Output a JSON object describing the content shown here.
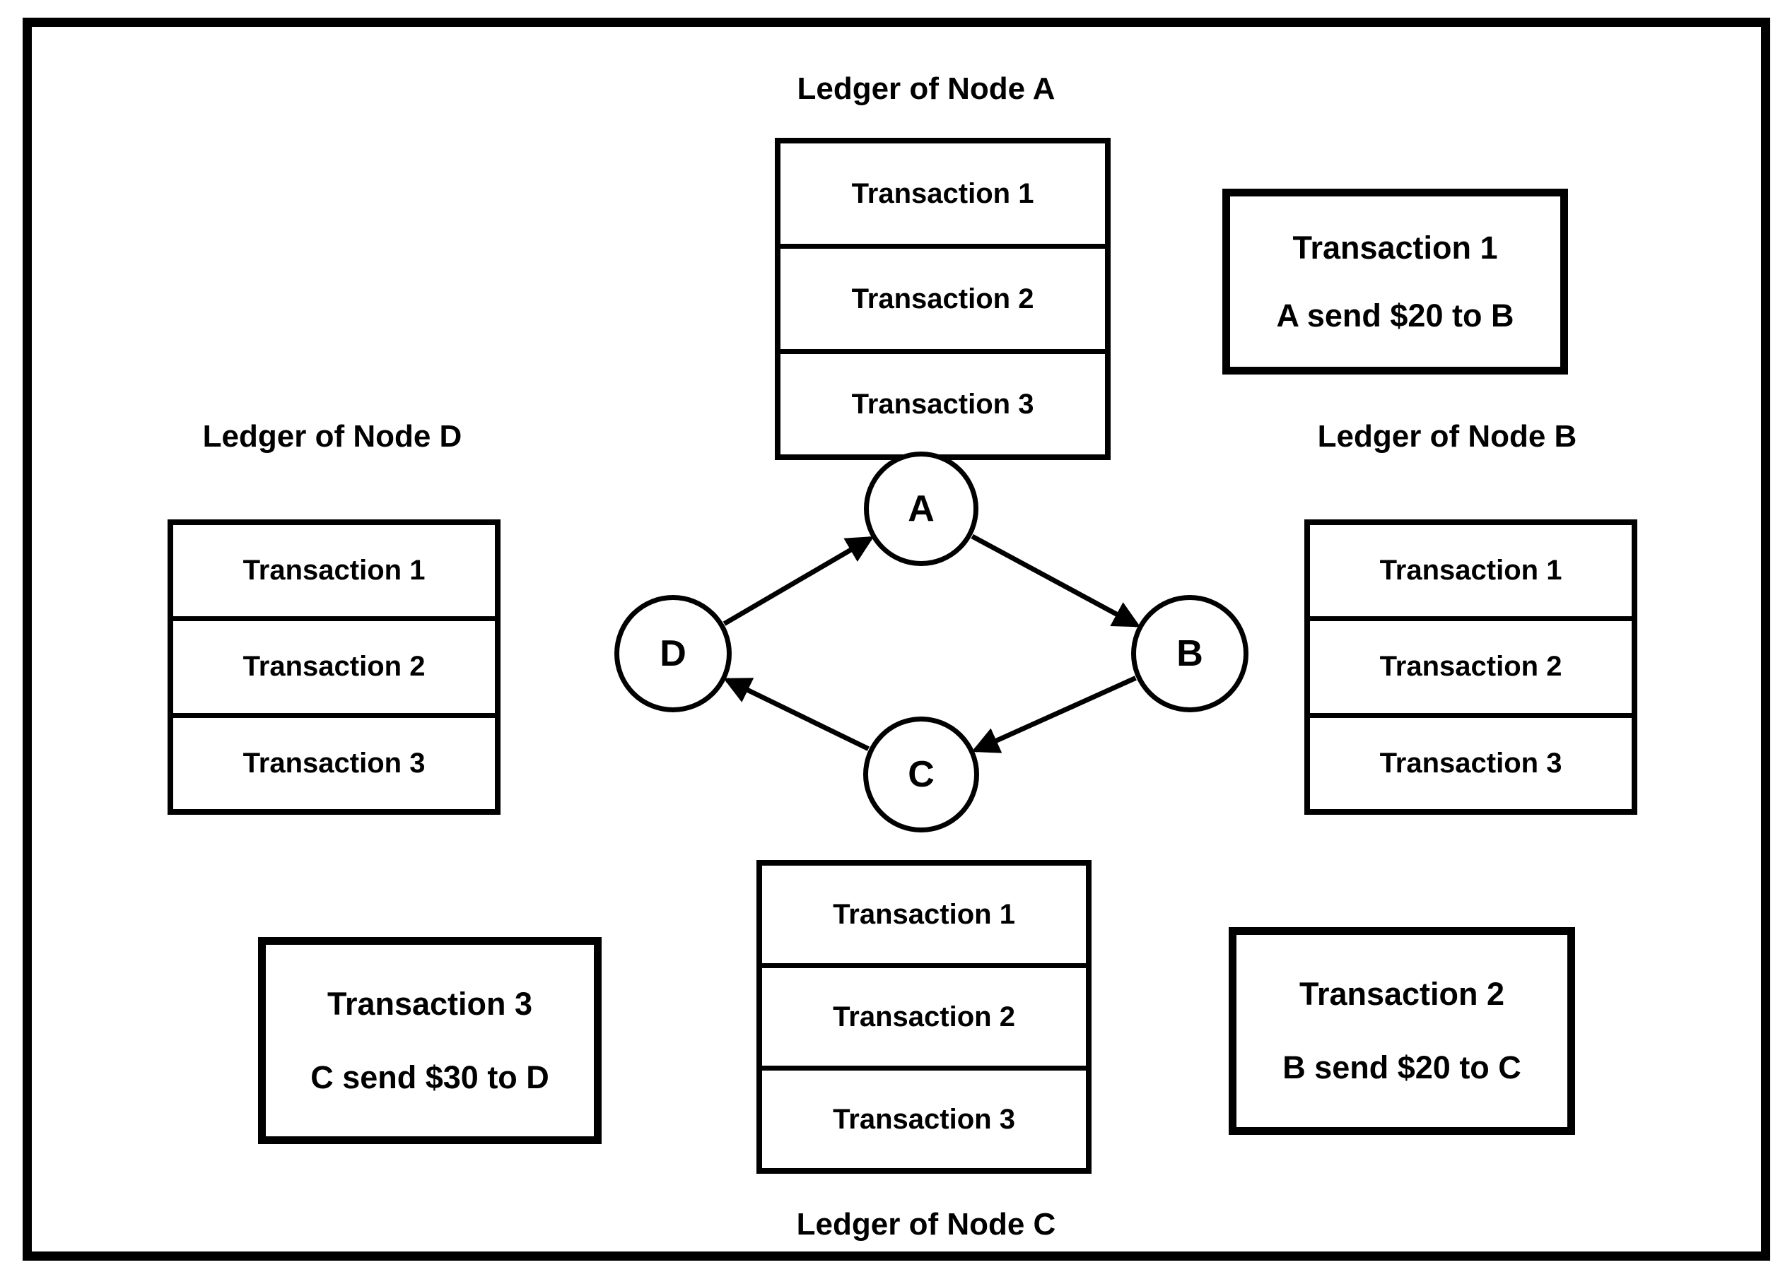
{
  "ledgers": {
    "a": {
      "title": "Ledger of Node A",
      "rows": [
        "Transaction 1",
        "Transaction 2",
        "Transaction 3"
      ]
    },
    "b": {
      "title": "Ledger of Node B",
      "rows": [
        "Transaction 1",
        "Transaction 2",
        "Transaction 3"
      ]
    },
    "c": {
      "title": "Ledger of Node C",
      "rows": [
        "Transaction 1",
        "Transaction 2",
        "Transaction 3"
      ]
    },
    "d": {
      "title": "Ledger of Node D",
      "rows": [
        "Transaction 1",
        "Transaction 2",
        "Transaction 3"
      ]
    }
  },
  "nodes": {
    "a": {
      "label": "A"
    },
    "b": {
      "label": "B"
    },
    "c": {
      "label": "C"
    },
    "d": {
      "label": "D"
    }
  },
  "edges": [
    {
      "from": "A",
      "to": "B"
    },
    {
      "from": "B",
      "to": "C"
    },
    {
      "from": "C",
      "to": "D"
    },
    {
      "from": "D",
      "to": "A"
    }
  ],
  "transactions": {
    "tx1": {
      "title": "Transaction 1",
      "detail": "A send $20 to B"
    },
    "tx2": {
      "title": "Transaction 2",
      "detail": "B send $20 to C"
    },
    "tx3": {
      "title": "Transaction 3",
      "detail": "C send $30 to D"
    }
  },
  "colors": {
    "ink": "#000000",
    "paper": "#ffffff"
  }
}
